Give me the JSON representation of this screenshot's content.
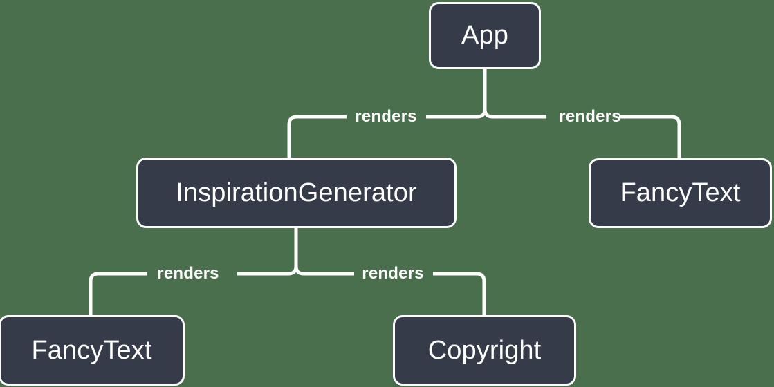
{
  "diagram": {
    "type": "component-render-tree",
    "background_color": "#4a6f4d",
    "node_fill_color": "#353b48",
    "node_border_color": "#ffffff",
    "connector_color": "#ffffff",
    "nodes": [
      {
        "id": "app",
        "label": "App"
      },
      {
        "id": "inspiration_generator",
        "label": "InspirationGenerator"
      },
      {
        "id": "fancytext_right",
        "label": "FancyText"
      },
      {
        "id": "fancytext_bottom",
        "label": "FancyText"
      },
      {
        "id": "copyright",
        "label": "Copyright"
      }
    ],
    "edges": [
      {
        "from": "app",
        "to": "inspiration_generator",
        "label": "renders"
      },
      {
        "from": "app",
        "to": "fancytext_right",
        "label": "renders"
      },
      {
        "from": "inspiration_generator",
        "to": "fancytext_bottom",
        "label": "renders"
      },
      {
        "from": "inspiration_generator",
        "to": "copyright",
        "label": "renders"
      }
    ]
  }
}
